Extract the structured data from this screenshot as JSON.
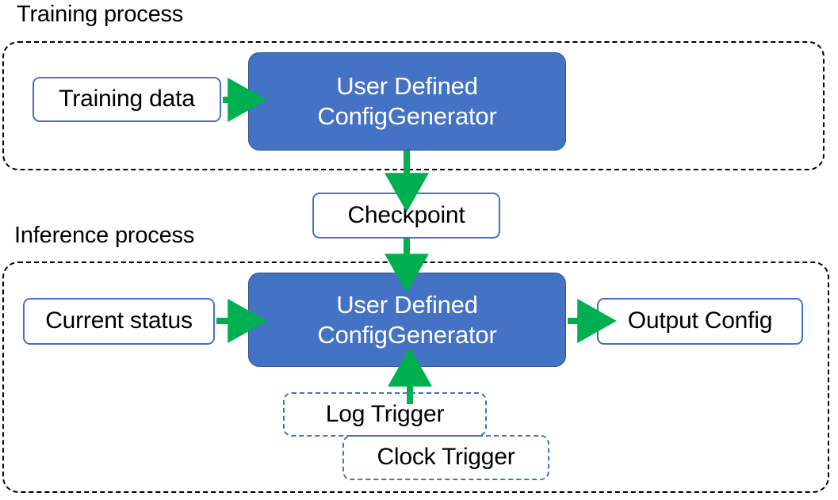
{
  "diagram": {
    "title_training": "Training process",
    "title_inference": "Inference process",
    "colors": {
      "node_fill_blue": "#4472C4",
      "node_border_blue": "#4472C4",
      "node_border_blue_dark": "#2F528F",
      "arrow_green": "#00B050",
      "container_dash": "#000000",
      "text_dark": "#000000",
      "text_light": "#FFFFFF",
      "background": "#FFFFFF"
    },
    "nodes": {
      "training_data": "Training data",
      "generator_training_line1": "User Defined",
      "generator_training_line2": "ConfigGenerator",
      "checkpoint": "Checkpoint",
      "current_status": "Current status",
      "generator_inference_line1": "User Defined",
      "generator_inference_line2": "ConfigGenerator",
      "output_config": "Output Config",
      "log_trigger": "Log Trigger",
      "clock_trigger": "Clock Trigger"
    },
    "arrows": [
      {
        "name": "training-data-to-generator",
        "from": "Training data",
        "to": "User Defined ConfigGenerator",
        "direction": "right"
      },
      {
        "name": "generator-to-checkpoint",
        "from": "User Defined ConfigGenerator",
        "to": "Checkpoint",
        "direction": "down"
      },
      {
        "name": "checkpoint-to-generator",
        "from": "Checkpoint",
        "to": "User Defined ConfigGenerator",
        "direction": "down"
      },
      {
        "name": "current-status-to-generator",
        "from": "Current status",
        "to": "User Defined ConfigGenerator",
        "direction": "right"
      },
      {
        "name": "generator-to-output-config",
        "from": "User Defined ConfigGenerator",
        "to": "Output Config",
        "direction": "right"
      },
      {
        "name": "triggers-to-generator",
        "from": "Log Trigger / Clock Trigger",
        "to": "User Defined ConfigGenerator",
        "direction": "up"
      }
    ]
  }
}
